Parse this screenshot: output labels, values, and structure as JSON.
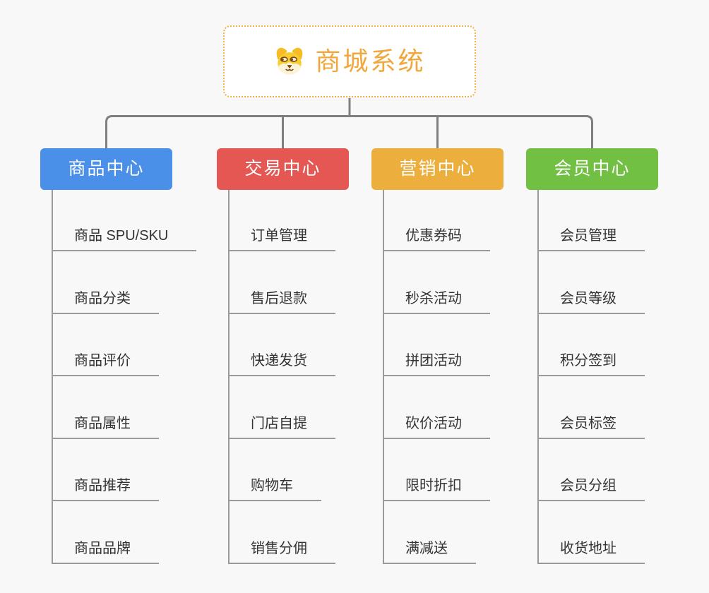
{
  "canvas": {
    "background": "#f8f8f8"
  },
  "root": {
    "title": "商城系统",
    "title_color": "#F1A73B",
    "border_color": "#F2B14C",
    "icon": "dog-icon"
  },
  "connector": {
    "color": "#7F7F7F"
  },
  "child_line_color": "#9A9A9A",
  "branches": [
    {
      "label": "商品中心",
      "color": "#4A8FE8",
      "children": [
        "商品 SPU/SKU",
        "商品分类",
        "商品评价",
        "商品属性",
        "商品推荐",
        "商品品牌"
      ]
    },
    {
      "label": "交易中心",
      "color": "#E45752",
      "children": [
        "订单管理",
        "售后退款",
        "快递发货",
        "门店自提",
        "购物车",
        "销售分佣"
      ]
    },
    {
      "label": "营销中心",
      "color": "#ECAF3E",
      "children": [
        "优惠券码",
        "秒杀活动",
        "拼团活动",
        "砍价活动",
        "限时折扣",
        "满减送"
      ]
    },
    {
      "label": "会员中心",
      "color": "#72C043",
      "children": [
        "会员管理",
        "会员等级",
        "积分签到",
        "会员标签",
        "会员分组",
        "收货地址"
      ]
    }
  ]
}
